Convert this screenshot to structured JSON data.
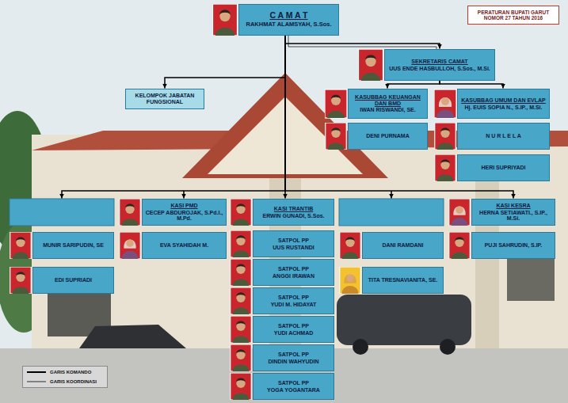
{
  "diagram": {
    "nodes": [
      {
        "text": [
          "C A M A T",
          "RAKHMAT ALAMSYAH, S.Sos."
        ]
      },
      {
        "text": [
          "PERATURAN BUPATI GARUT NOMOR 27 TAHUN 2016"
        ]
      },
      {
        "text": [
          "SEKRETARIS CAMAT",
          "UUS ENDE HASBULLOH, S.Sos., M.Si."
        ]
      },
      {
        "text": [
          "KELOMPOK JABATAN FUNGSIONAL"
        ]
      },
      {
        "text": [
          "KASUBBAG KEUANGAN DAN BMD",
          "IWAN RISWANDI, SE."
        ]
      },
      {
        "text": [
          "KASUBBAG UMUM DAN EVLAP",
          "Hj. EUIS SOPIA N., S.IP., M.Si."
        ]
      },
      {
        "text": [
          "DENI PURNAMA"
        ]
      },
      {
        "text": [
          "N U R L E L A"
        ]
      },
      {
        "text": [
          "HERI SUPRIYADI"
        ]
      },
      {
        "text": [
          "KASI PMD",
          "CECEP ABDUROJAK, S.Pd.I., M.Pd."
        ]
      },
      {
        "text": [
          "KASI TRANTIB",
          "ERWIN GUNADI, S.Sos."
        ]
      },
      {
        "text": [
          "KASI KESRA",
          "HERNA SETIAWATI., S.IP., M.Si."
        ]
      },
      {
        "text": [
          "MUNIR SARIPUDIN, SE"
        ]
      },
      {
        "text": [
          "EVA SYAHIDAH M."
        ]
      },
      {
        "text": [
          "SATPOL PP",
          "UUS RUSTANDI"
        ]
      },
      {
        "text": [
          "DANI RAMDANI"
        ]
      },
      {
        "text": [
          "PUJI SAHRUDIN, S.IP."
        ]
      },
      {
        "text": [
          "EDI SUPRIADI"
        ]
      },
      {
        "text": [
          "SATPOL PP",
          "ANGGI IRAWAN"
        ]
      },
      {
        "text": [
          "TITA TRESNAVIANITA, SE."
        ]
      },
      {
        "text": [
          "SATPOL PP",
          "YUDI M. HIDAYAT"
        ]
      },
      {
        "text": [
          "SATPOL PP",
          "YUDI ACHMAD"
        ]
      },
      {
        "text": [
          "SATPOL PP",
          "DINDIN WAHYUDIN"
        ]
      },
      {
        "text": [
          "SATPOL PP",
          "YOGA YOGANTARA"
        ]
      }
    ],
    "edges": [
      {
        "from": 0,
        "to": 2,
        "arrow": "to"
      },
      {
        "from": 0,
        "to": 3,
        "arrow": "to"
      },
      {
        "from": 0,
        "to": 9,
        "arrow": "to"
      },
      {
        "from": 0,
        "to": 10,
        "arrow": "to"
      },
      {
        "from": 0,
        "to": 11,
        "arrow": "to"
      },
      {
        "from": 2,
        "to": 4,
        "arrow": "to"
      },
      {
        "from": 2,
        "to": 5,
        "arrow": "to"
      }
    ],
    "legend": [
      {
        "text": "GARIS KOMANDO"
      },
      {
        "text": "GARIS KOORDINASI"
      }
    ]
  }
}
